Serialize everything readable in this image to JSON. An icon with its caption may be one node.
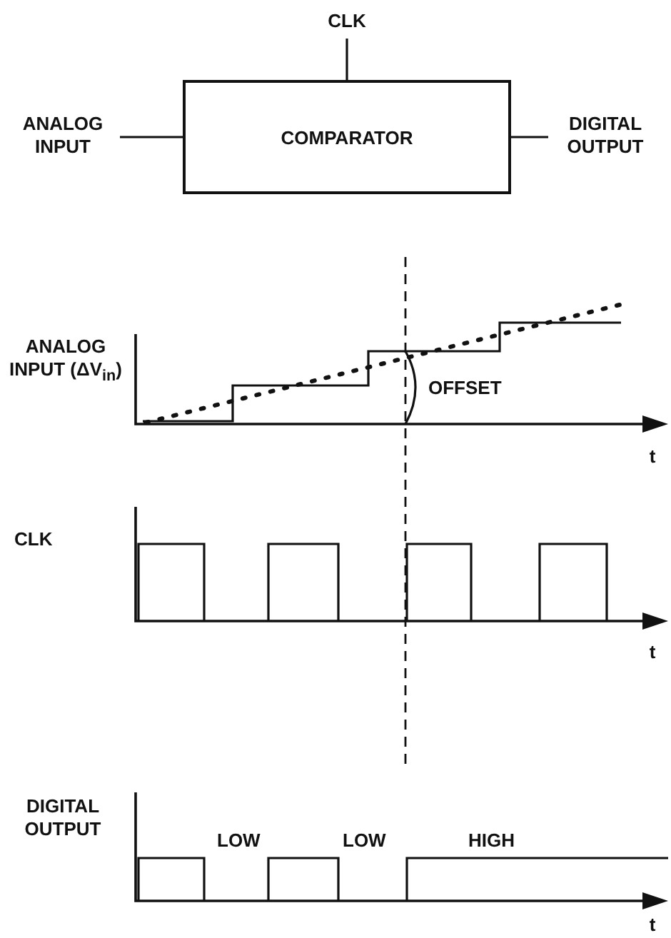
{
  "diagram": {
    "nodes": [
      {
        "text": [
          "CLK"
        ]
      },
      {
        "text": [
          "ANALOG INPUT"
        ]
      },
      {
        "text": [
          "COMPARATOR"
        ]
      },
      {
        "text": [
          "DIGITAL OUTPUT"
        ]
      }
    ],
    "edges": [
      {
        "from": 0,
        "to": 2,
        "arrow": "none"
      },
      {
        "from": 1,
        "to": 2,
        "arrow": "none"
      },
      {
        "from": 2,
        "to": 3,
        "arrow": "none"
      }
    ],
    "labels": [
      "ANALOG INPUT (ΔV$_{in}$)",
      "OFFSET",
      "t",
      "CLK",
      "t",
      "DIGITAL OUTPUT",
      "LOW",
      "LOW",
      "HIGH",
      "t"
    ]
  }
}
